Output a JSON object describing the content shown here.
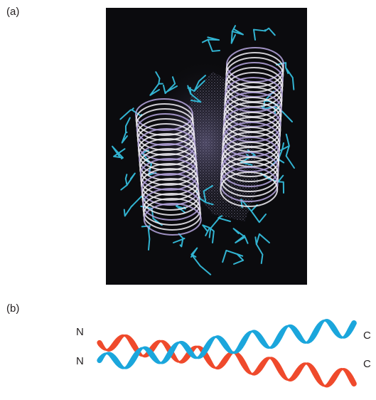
{
  "panels": {
    "a": {
      "label": "(a)"
    },
    "b": {
      "label": "(b)"
    }
  },
  "termini": {
    "n_top": "N",
    "n_bottom": "N",
    "c_top": "C",
    "c_bottom": "C"
  },
  "colors": {
    "photo_background": "#0b0b0e",
    "side_chain": "#32b4d2",
    "ribbon_white": "#f2f0f6",
    "ribbon_lavender": "#b9a8e0",
    "helix_red": "#ef4a2c",
    "helix_blue": "#1ba6dc"
  }
}
